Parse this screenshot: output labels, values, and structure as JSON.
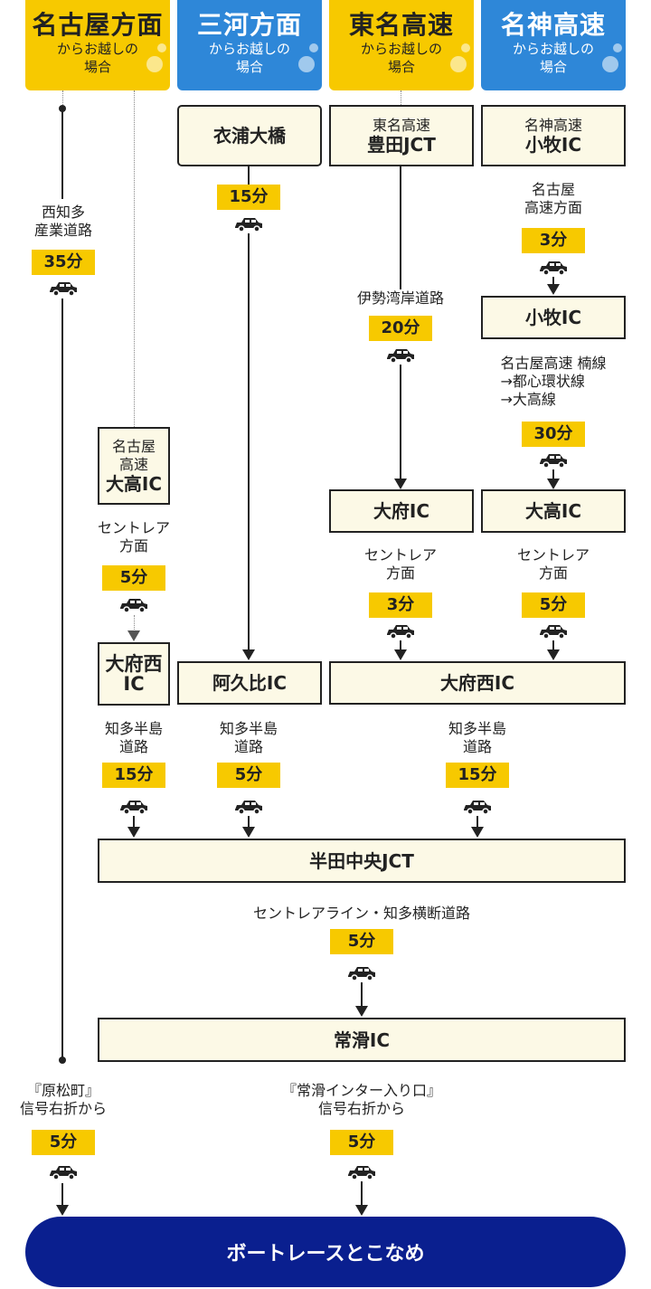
{
  "headers": [
    {
      "title": "名古屋方面",
      "sub1": "からお越しの",
      "sub2": "場合",
      "color": "#f7c900"
    },
    {
      "title": "三河方面",
      "sub1": "からお越しの",
      "sub2": "場合",
      "color": "#2e87d8"
    },
    {
      "title": "東名高速",
      "sub1": "からお越しの",
      "sub2": "場合",
      "color": "#f7c900"
    },
    {
      "title": "名神高速",
      "sub1": "からお越しの",
      "sub2": "場合",
      "color": "#2e87d8"
    }
  ],
  "nodes": {
    "kinuura": "衣浦大橋",
    "tomei_top": "東名高速",
    "tomei_bottom": "豊田JCT",
    "meishin_top": "名神高速",
    "meishin_bottom": "小牧IC",
    "komaki": "小牧IC",
    "nagoya_top1": "名古屋",
    "nagoya_top2": "高速",
    "nagoya_bottom": "大高IC",
    "obu": "大府IC",
    "odaka": "大高IC",
    "obunishi_left1": "大府西",
    "obunishi_left2": "IC",
    "agui": "阿久比IC",
    "obunishi_right": "大府西IC",
    "handa": "半田中央JCT",
    "tokoname": "常滑IC",
    "final": "ボートレースとこなめ"
  },
  "labels": {
    "nishichita1": "西知多",
    "nishichita2": "産業道路",
    "nagoya_kosoku1": "名古屋",
    "nagoya_kosoku2": "高速方面",
    "isewan": "伊勢湾岸道路",
    "kusunoki1": "名古屋高速 楠線",
    "kusunoki2": "→都心環状線",
    "kusunoki3": "→大高線",
    "centrair1": "セントレア",
    "centrair2": "方面",
    "chita1": "知多半島",
    "chita2": "道路",
    "centrair_line": "セントレアライン・知多横断道路",
    "haramatsu1": "『原松町』",
    "haramatsu2": "信号右折から",
    "tokoname_in1": "『常滑インター入り口』",
    "tokoname_in2": "信号右折から"
  },
  "times": {
    "t_kinuura": "15分",
    "t_nishichita": "35分",
    "t_komaki": "3分",
    "t_isewan": "20分",
    "t_kusunoki": "30分",
    "t_odaka_left": "5分",
    "t_obu": "3分",
    "t_odaka_right": "5分",
    "t_chita_left": "15分",
    "t_chita_mid": "5分",
    "t_chita_right": "15分",
    "t_centrair_line": "5分",
    "t_haramatsu": "5分",
    "t_tokoname_in": "5分"
  }
}
